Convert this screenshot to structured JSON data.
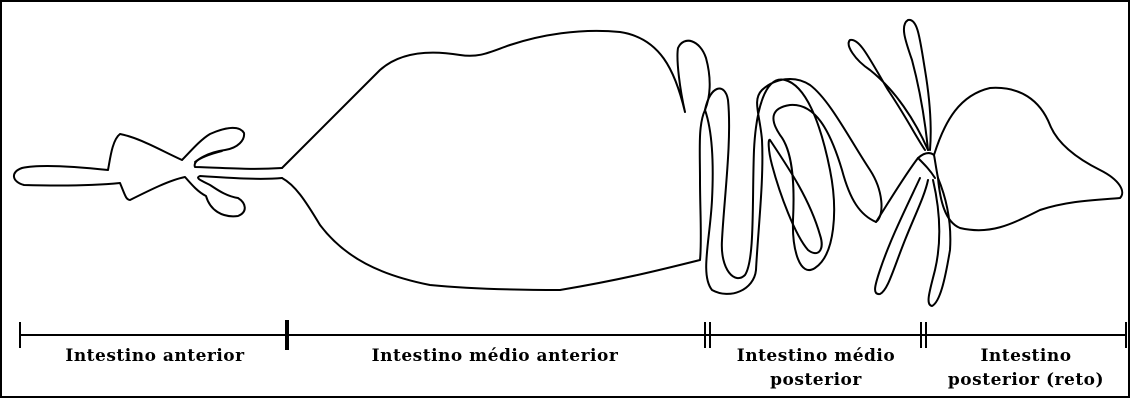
{
  "diagram": {
    "sections": [
      {
        "label": "Intestino  anterior"
      },
      {
        "label": "Intestino  médio  anterior"
      },
      {
        "label": "Intestino  médio\nposterior"
      },
      {
        "label": "Intestino\nposterior  (reto)"
      }
    ]
  }
}
